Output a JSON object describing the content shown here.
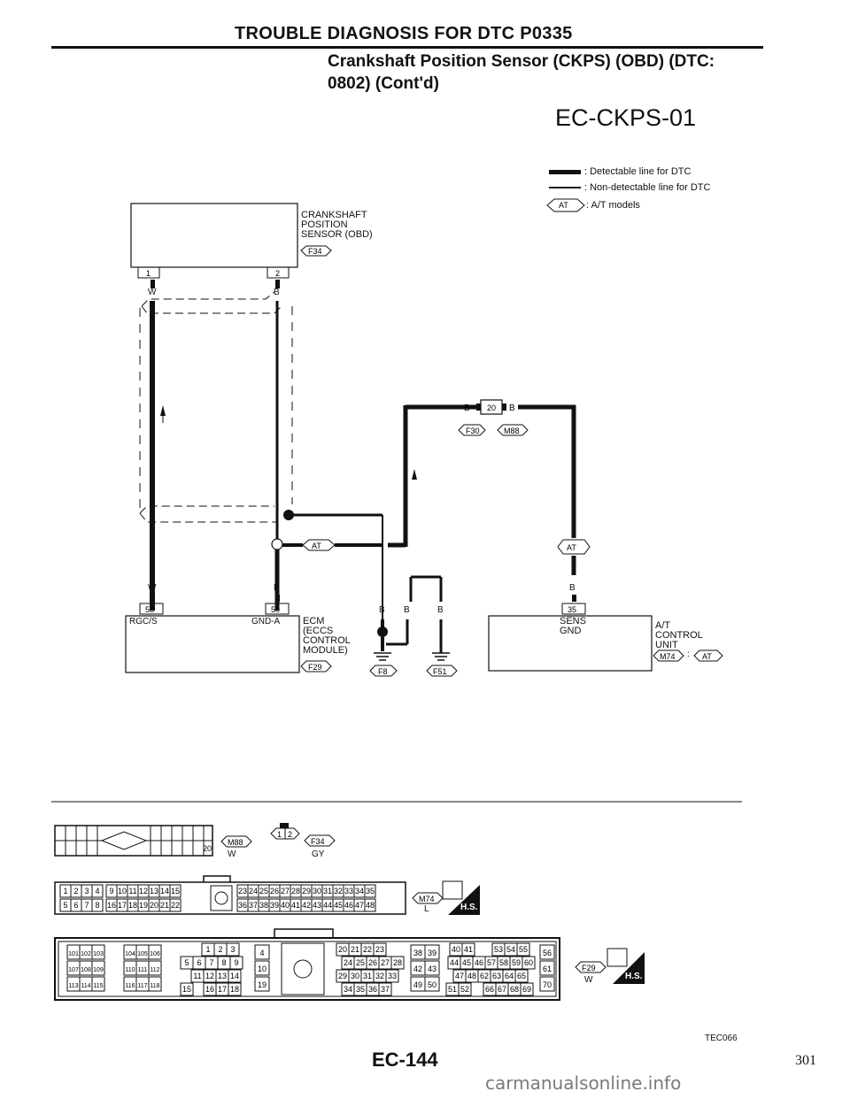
{
  "header": {
    "title": "TROUBLE DIAGNOSIS FOR DTC P0335",
    "subtitle_line1": "Crankshaft Position Sensor (CKPS) (OBD) (DTC:",
    "subtitle_line2": "0802) (Cont'd)",
    "diagram_code": "EC-CKPS-01"
  },
  "legend": {
    "detectable": ": Detectable line for DTC",
    "non_detectable": ": Non-detectable line for DTC",
    "at_models": ": A/T models",
    "at_badge": "AT"
  },
  "sensor": {
    "name_line1": "CRANKSHAFT",
    "name_line2": "POSITION",
    "name_line3": "SENSOR (OBD)",
    "connector": "F34",
    "pin1": "1",
    "pin2": "2",
    "wire1": "W",
    "wire2": "B"
  },
  "joint": {
    "pin": "20",
    "wire_left": "B",
    "wire_right": "B",
    "conn_left": "F30",
    "conn_right": "M88"
  },
  "ecm": {
    "pin53": "53",
    "pin50": "50",
    "term53": "RGC/S",
    "term50": "GND-A",
    "wire53": "W",
    "wire50": "B",
    "name_line1": "ECM",
    "name_line2": "(ECCS",
    "name_line3": "CONTROL",
    "name_line4": "MODULE)",
    "connector": "F29"
  },
  "grounds": {
    "wire1": "B",
    "wire2": "B",
    "wire3": "B",
    "conn1": "F8",
    "conn2": "F51"
  },
  "tcu": {
    "pin": "35",
    "wire": "B",
    "term_line1": "SENS",
    "term_line2": "GND",
    "name_line1": "A/T",
    "name_line2": "CONTROL",
    "name_line3": "UNIT",
    "connector": "M74",
    "sep": ":",
    "at_badge": "AT"
  },
  "connectors": {
    "m88_id": "M88",
    "m88_color": "W",
    "m88_pin": "20",
    "f34_id": "F34",
    "f34_color": "GY",
    "f34_pins": [
      "1",
      "2"
    ],
    "m74_id": "M74",
    "m74_color": "L",
    "m74_top": [
      "1",
      "2",
      "3",
      "4",
      "9",
      "10",
      "11",
      "12",
      "13",
      "14",
      "15",
      "23",
      "24",
      "25",
      "26",
      "27",
      "28",
      "29",
      "30",
      "31",
      "32",
      "33",
      "34",
      "35"
    ],
    "m74_bottom": [
      "5",
      "6",
      "7",
      "8",
      "16",
      "17",
      "18",
      "19",
      "20",
      "21",
      "22",
      "36",
      "37",
      "38",
      "39",
      "40",
      "41",
      "42",
      "43",
      "44",
      "45",
      "46",
      "47",
      "48"
    ],
    "f29_id": "F29",
    "f29_color": "W",
    "hs_label": "H.S.",
    "f29_blk1": [
      [
        "101",
        "102",
        "103"
      ],
      [
        "107",
        "108",
        "109"
      ],
      [
        "113",
        "114",
        "115"
      ]
    ],
    "f29_blk2": [
      [
        "104",
        "105",
        "106"
      ],
      [
        "110",
        "111",
        "112"
      ],
      [
        "116",
        "117",
        "118"
      ]
    ],
    "f29_blk3_r1": [
      "1",
      "2",
      "3"
    ],
    "f29_blk3_r2": [
      "5",
      "6",
      "7",
      "8",
      "9"
    ],
    "f29_blk3_r3": [
      "11",
      "12",
      "13",
      "14"
    ],
    "f29_blk3_r4": [
      "15",
      "16",
      "17",
      "18"
    ],
    "f29_col4": [
      "4",
      "10",
      "19"
    ],
    "f29_blk5_r1": [
      "20",
      "21",
      "22",
      "23"
    ],
    "f29_blk5_r2": [
      "24",
      "25",
      "26",
      "27",
      "28"
    ],
    "f29_blk5_r3": [
      "29",
      "30",
      "31",
      "32",
      "33"
    ],
    "f29_blk5_r4": [
      "34",
      "35",
      "36",
      "37"
    ],
    "f29_blk6": [
      [
        "38",
        "39"
      ],
      [
        "42",
        "43"
      ],
      [
        "49",
        "50"
      ]
    ],
    "f29_blk7_r1": [
      "40",
      "41",
      "53",
      "54",
      "55"
    ],
    "f29_blk7_r2": [
      "44",
      "45",
      "46",
      "57",
      "58",
      "59",
      "60"
    ],
    "f29_blk7_r3": [
      "47",
      "48",
      "62",
      "63",
      "64",
      "65"
    ],
    "f29_blk7_r4": [
      "51",
      "52",
      "66",
      "67",
      "68",
      "69"
    ],
    "f29_col8": [
      "56",
      "61",
      "70"
    ]
  },
  "footer": {
    "code": "TEC066",
    "page": "EC-144",
    "number": "301",
    "watermark": "carmanualsonline.info"
  }
}
